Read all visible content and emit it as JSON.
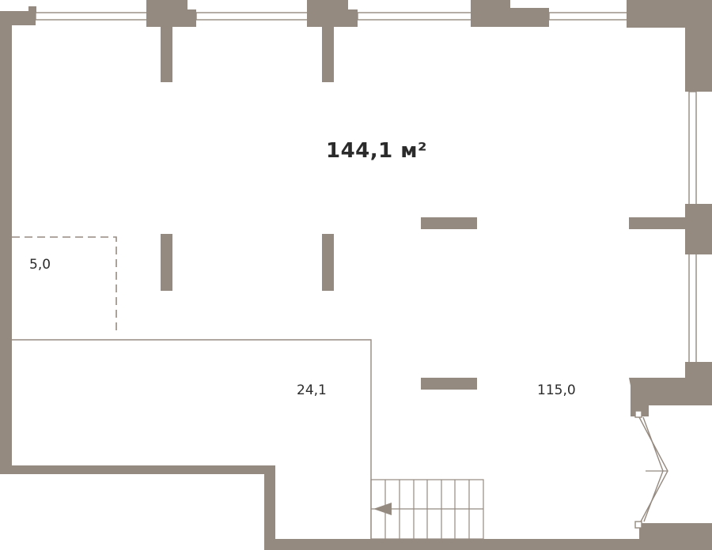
{
  "plan": {
    "total_area": "144,1 м²",
    "rooms": [
      {
        "id": "room-storage",
        "area": "5,0"
      },
      {
        "id": "room-lower",
        "area": "24,1"
      },
      {
        "id": "room-main",
        "area": "115,0"
      }
    ]
  },
  "colors": {
    "wall": "#958a80",
    "text": "#2b2b2b",
    "background": "#ffffff"
  }
}
